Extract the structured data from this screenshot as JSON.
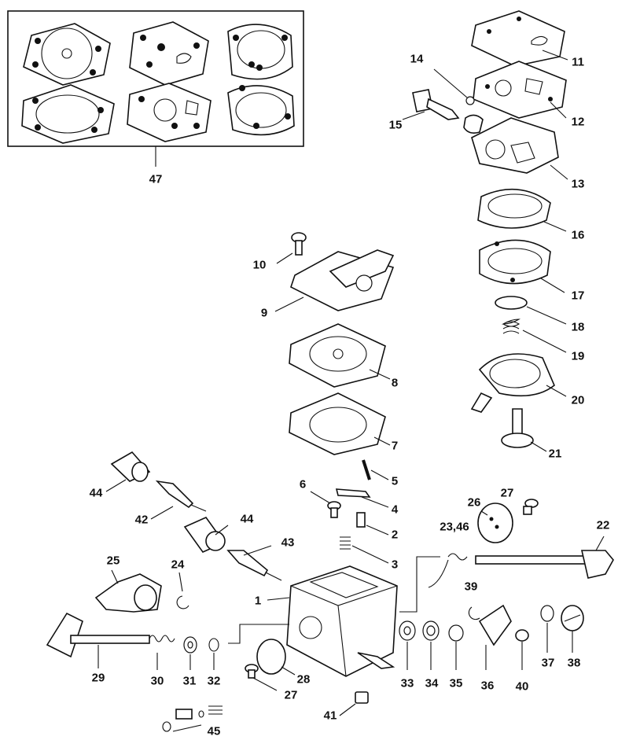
{
  "callouts": [
    {
      "id": "47",
      "text": "47"
    },
    {
      "id": "14",
      "text": "14"
    },
    {
      "id": "11",
      "text": "11"
    },
    {
      "id": "15",
      "text": "15"
    },
    {
      "id": "12",
      "text": "12"
    },
    {
      "id": "13",
      "text": "13"
    },
    {
      "id": "16",
      "text": "16"
    },
    {
      "id": "10",
      "text": "10"
    },
    {
      "id": "9",
      "text": "9"
    },
    {
      "id": "17",
      "text": "17"
    },
    {
      "id": "18",
      "text": "18"
    },
    {
      "id": "19",
      "text": "19"
    },
    {
      "id": "8",
      "text": "8"
    },
    {
      "id": "20",
      "text": "20"
    },
    {
      "id": "7",
      "text": "7"
    },
    {
      "id": "21",
      "text": "21"
    },
    {
      "id": "44a",
      "text": "44"
    },
    {
      "id": "5",
      "text": "5"
    },
    {
      "id": "6",
      "text": "6"
    },
    {
      "id": "4",
      "text": "4"
    },
    {
      "id": "26",
      "text": "26"
    },
    {
      "id": "27a",
      "text": "27"
    },
    {
      "id": "42",
      "text": "42"
    },
    {
      "id": "44b",
      "text": "44"
    },
    {
      "id": "2",
      "text": "2"
    },
    {
      "id": "23_46",
      "text": "23,46"
    },
    {
      "id": "22",
      "text": "22"
    },
    {
      "id": "43",
      "text": "43"
    },
    {
      "id": "25",
      "text": "25"
    },
    {
      "id": "24",
      "text": "24"
    },
    {
      "id": "3",
      "text": "3"
    },
    {
      "id": "1",
      "text": "1"
    },
    {
      "id": "39",
      "text": "39"
    },
    {
      "id": "29",
      "text": "29"
    },
    {
      "id": "30",
      "text": "30"
    },
    {
      "id": "31",
      "text": "31"
    },
    {
      "id": "32",
      "text": "32"
    },
    {
      "id": "28",
      "text": "28"
    },
    {
      "id": "33",
      "text": "33"
    },
    {
      "id": "34",
      "text": "34"
    },
    {
      "id": "35",
      "text": "35"
    },
    {
      "id": "36",
      "text": "36"
    },
    {
      "id": "40",
      "text": "40"
    },
    {
      "id": "37",
      "text": "37"
    },
    {
      "id": "38",
      "text": "38"
    },
    {
      "id": "27b",
      "text": "27"
    },
    {
      "id": "41",
      "text": "41"
    },
    {
      "id": "45",
      "text": "45"
    }
  ]
}
